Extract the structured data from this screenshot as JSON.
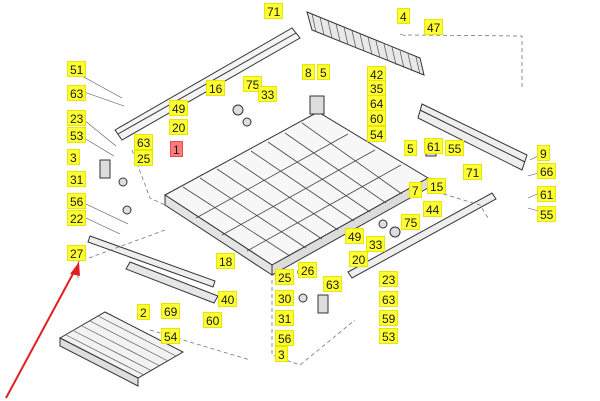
{
  "callouts": {
    "c71a": "71",
    "c4": "4",
    "c47": "47",
    "c51": "51",
    "c63a": "63",
    "c23a": "23",
    "c53a": "53",
    "c3a": "3",
    "c31a": "31",
    "c56a": "56",
    "c22": "22",
    "c27": "27",
    "c16": "16",
    "c75a": "75",
    "c33a": "33",
    "c49a": "49",
    "c20a": "20",
    "c63b": "63",
    "c25a": "25",
    "c1": "1",
    "c8": "8",
    "c5a": "5",
    "c42": "42",
    "c35": "35",
    "c64": "64",
    "c60a": "60",
    "c54a": "54",
    "c5b": "5",
    "c61a": "61",
    "c55a": "55",
    "c71b": "71",
    "c15": "15",
    "c7": "7",
    "c9": "9",
    "c66": "66",
    "c61b": "61",
    "c55b": "55",
    "c44": "44",
    "c75b": "75",
    "c49b": "49",
    "c33b": "33",
    "c20b": "20",
    "c18": "18",
    "c40": "40",
    "c2": "2",
    "c69": "69",
    "c54b": "54",
    "c60b": "60",
    "c25b": "25",
    "c26": "26",
    "c63c": "63",
    "c30": "30",
    "c31b": "31",
    "c56b": "56",
    "c3b": "3",
    "c23b": "23",
    "c63d": "63",
    "c59": "59",
    "c53b": "53"
  },
  "colors": {
    "callout": "#ffff33",
    "highlight": "#ff7a7a",
    "arrow": "#e02020",
    "line": "#333333"
  }
}
